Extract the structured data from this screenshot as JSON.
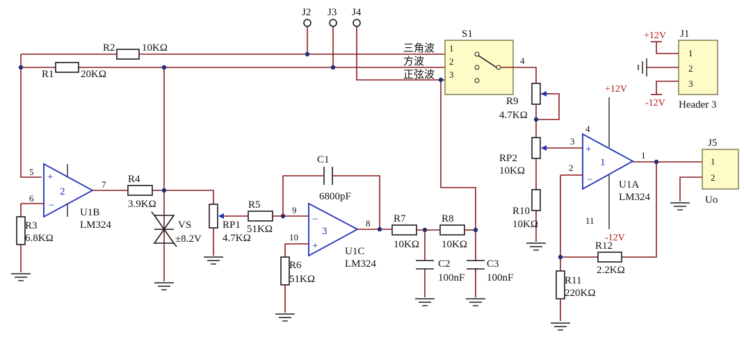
{
  "colors": {
    "wire": "#8b1a1a",
    "component": "#1a1a1a",
    "opamp": "#1c2fb8",
    "connector_fill": "#fffbc7",
    "power_label": "#b01515"
  },
  "labels": {
    "j2": "J2",
    "j3": "J3",
    "j4": "J4",
    "s1": "S1",
    "r2": "R2",
    "r2_val": "10KΩ",
    "r1": "R1",
    "r1_val": "20KΩ",
    "sw_tri": "三角波",
    "sw_sq": "方波",
    "sw_sine": "正弦波",
    "p1": "1",
    "p2": "2",
    "p3": "3",
    "p4": "4",
    "r9": "R9",
    "r9_val": "4.7KΩ",
    "j1": "J1",
    "j1_type": "Header 3",
    "j1_p1": "1",
    "j1_p2": "2",
    "j1_p3": "3",
    "plus12": "+12V",
    "minus12": "-12V",
    "u1a_plus": "+12V",
    "u1a_minus": "-12V",
    "u1a": "U1A",
    "u1a_type": "LM324",
    "u1a_unit": "1",
    "u1a_pin4": "4",
    "u1a_pin11": "11",
    "u1a_pin3": "3",
    "u1a_pin2": "2",
    "u1a_pin1": "1",
    "rp2": "RP2",
    "rp2_val": "10KΩ",
    "r10": "R10",
    "r10_val": "10KΩ",
    "j5": "J5",
    "j5_p1": "1",
    "j5_p2": "2",
    "uo": "Uo",
    "r12": "R12",
    "r12_val": "2.2KΩ",
    "r11": "R11",
    "r11_val": "220KΩ",
    "u1b": "U1B",
    "u1b_type": "LM324",
    "u1b_unit": "2",
    "u1b_pin5": "5",
    "u1b_pin6": "6",
    "u1b_pin7": "7",
    "r3": "R3",
    "r3_val": "6.8KΩ",
    "r4": "R4",
    "r4_val": "3.9KΩ",
    "vs": "VS",
    "vs_val": "±8.2V",
    "rp1": "RP1",
    "rp1_val": "4.7KΩ",
    "r5": "R5",
    "r5_val": "51KΩ",
    "c1": "C1",
    "c1_val": "6800pF",
    "u1c": "U1C",
    "u1c_type": "LM324",
    "u1c_unit": "3",
    "u1c_pin9": "9",
    "u1c_pin10": "10",
    "u1c_pin8": "8",
    "r6": "R6",
    "r6_val": "51KΩ",
    "r7": "R7",
    "r7_val": "10KΩ",
    "r8": "R8",
    "r8_val": "10KΩ",
    "c2": "C2",
    "c2_val": "100nF",
    "c3": "C3",
    "c3_val": "100nF"
  }
}
